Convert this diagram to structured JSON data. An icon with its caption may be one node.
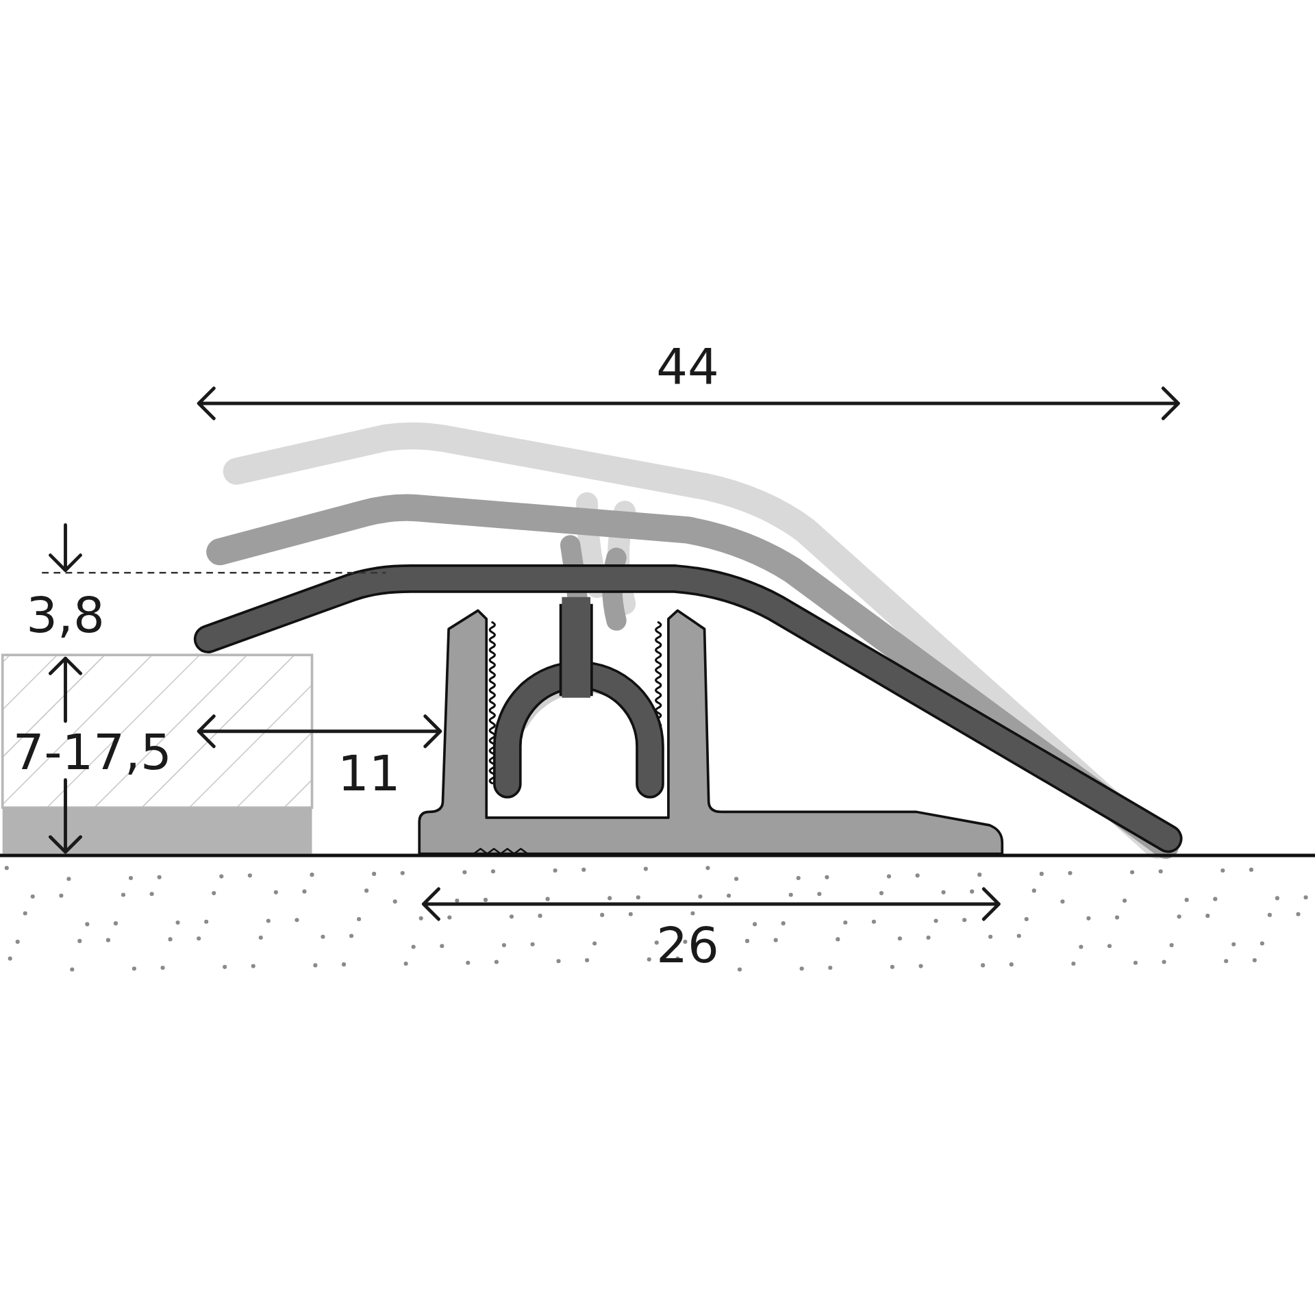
{
  "diagram": {
    "labels": [
      "44",
      "3,8",
      "7-17,5",
      "11",
      "26"
    ]
  }
}
